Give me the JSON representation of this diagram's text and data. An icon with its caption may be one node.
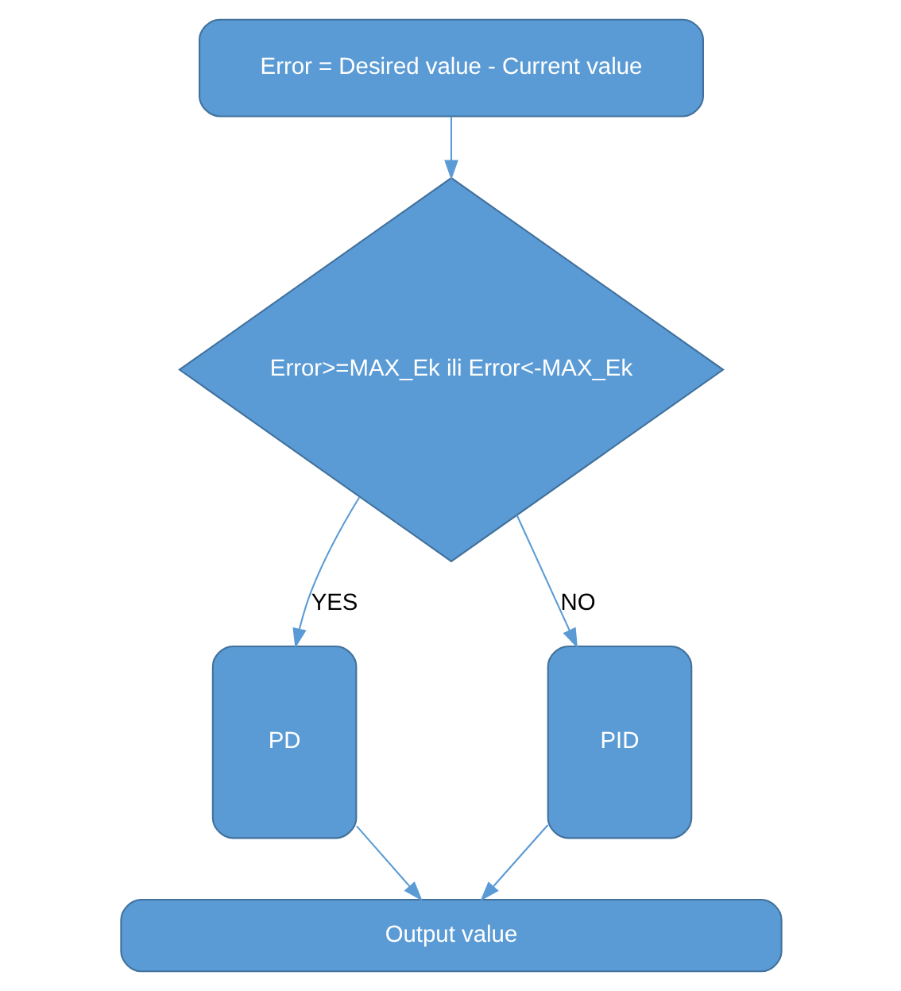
{
  "diagram": {
    "nodes": [
      {
        "text": [
          "Error = Desired value - Current value"
        ]
      },
      {
        "text": [
          "Error>=MAX_Ek ili Error<-MAX_Ek"
        ]
      },
      {
        "text": [
          "PD"
        ]
      },
      {
        "text": [
          "PID"
        ]
      },
      {
        "text": [
          "Output value"
        ]
      }
    ],
    "edges": [
      {
        "from": 0,
        "to": 1,
        "arrow": "to"
      },
      {
        "from": 1,
        "to": 2,
        "arrow": "to",
        "label": "YES"
      },
      {
        "from": 1,
        "to": 3,
        "arrow": "to",
        "label": "NO"
      },
      {
        "from": 2,
        "to": 4,
        "arrow": "to"
      },
      {
        "from": 3,
        "to": 4,
        "arrow": "to"
      }
    ]
  }
}
